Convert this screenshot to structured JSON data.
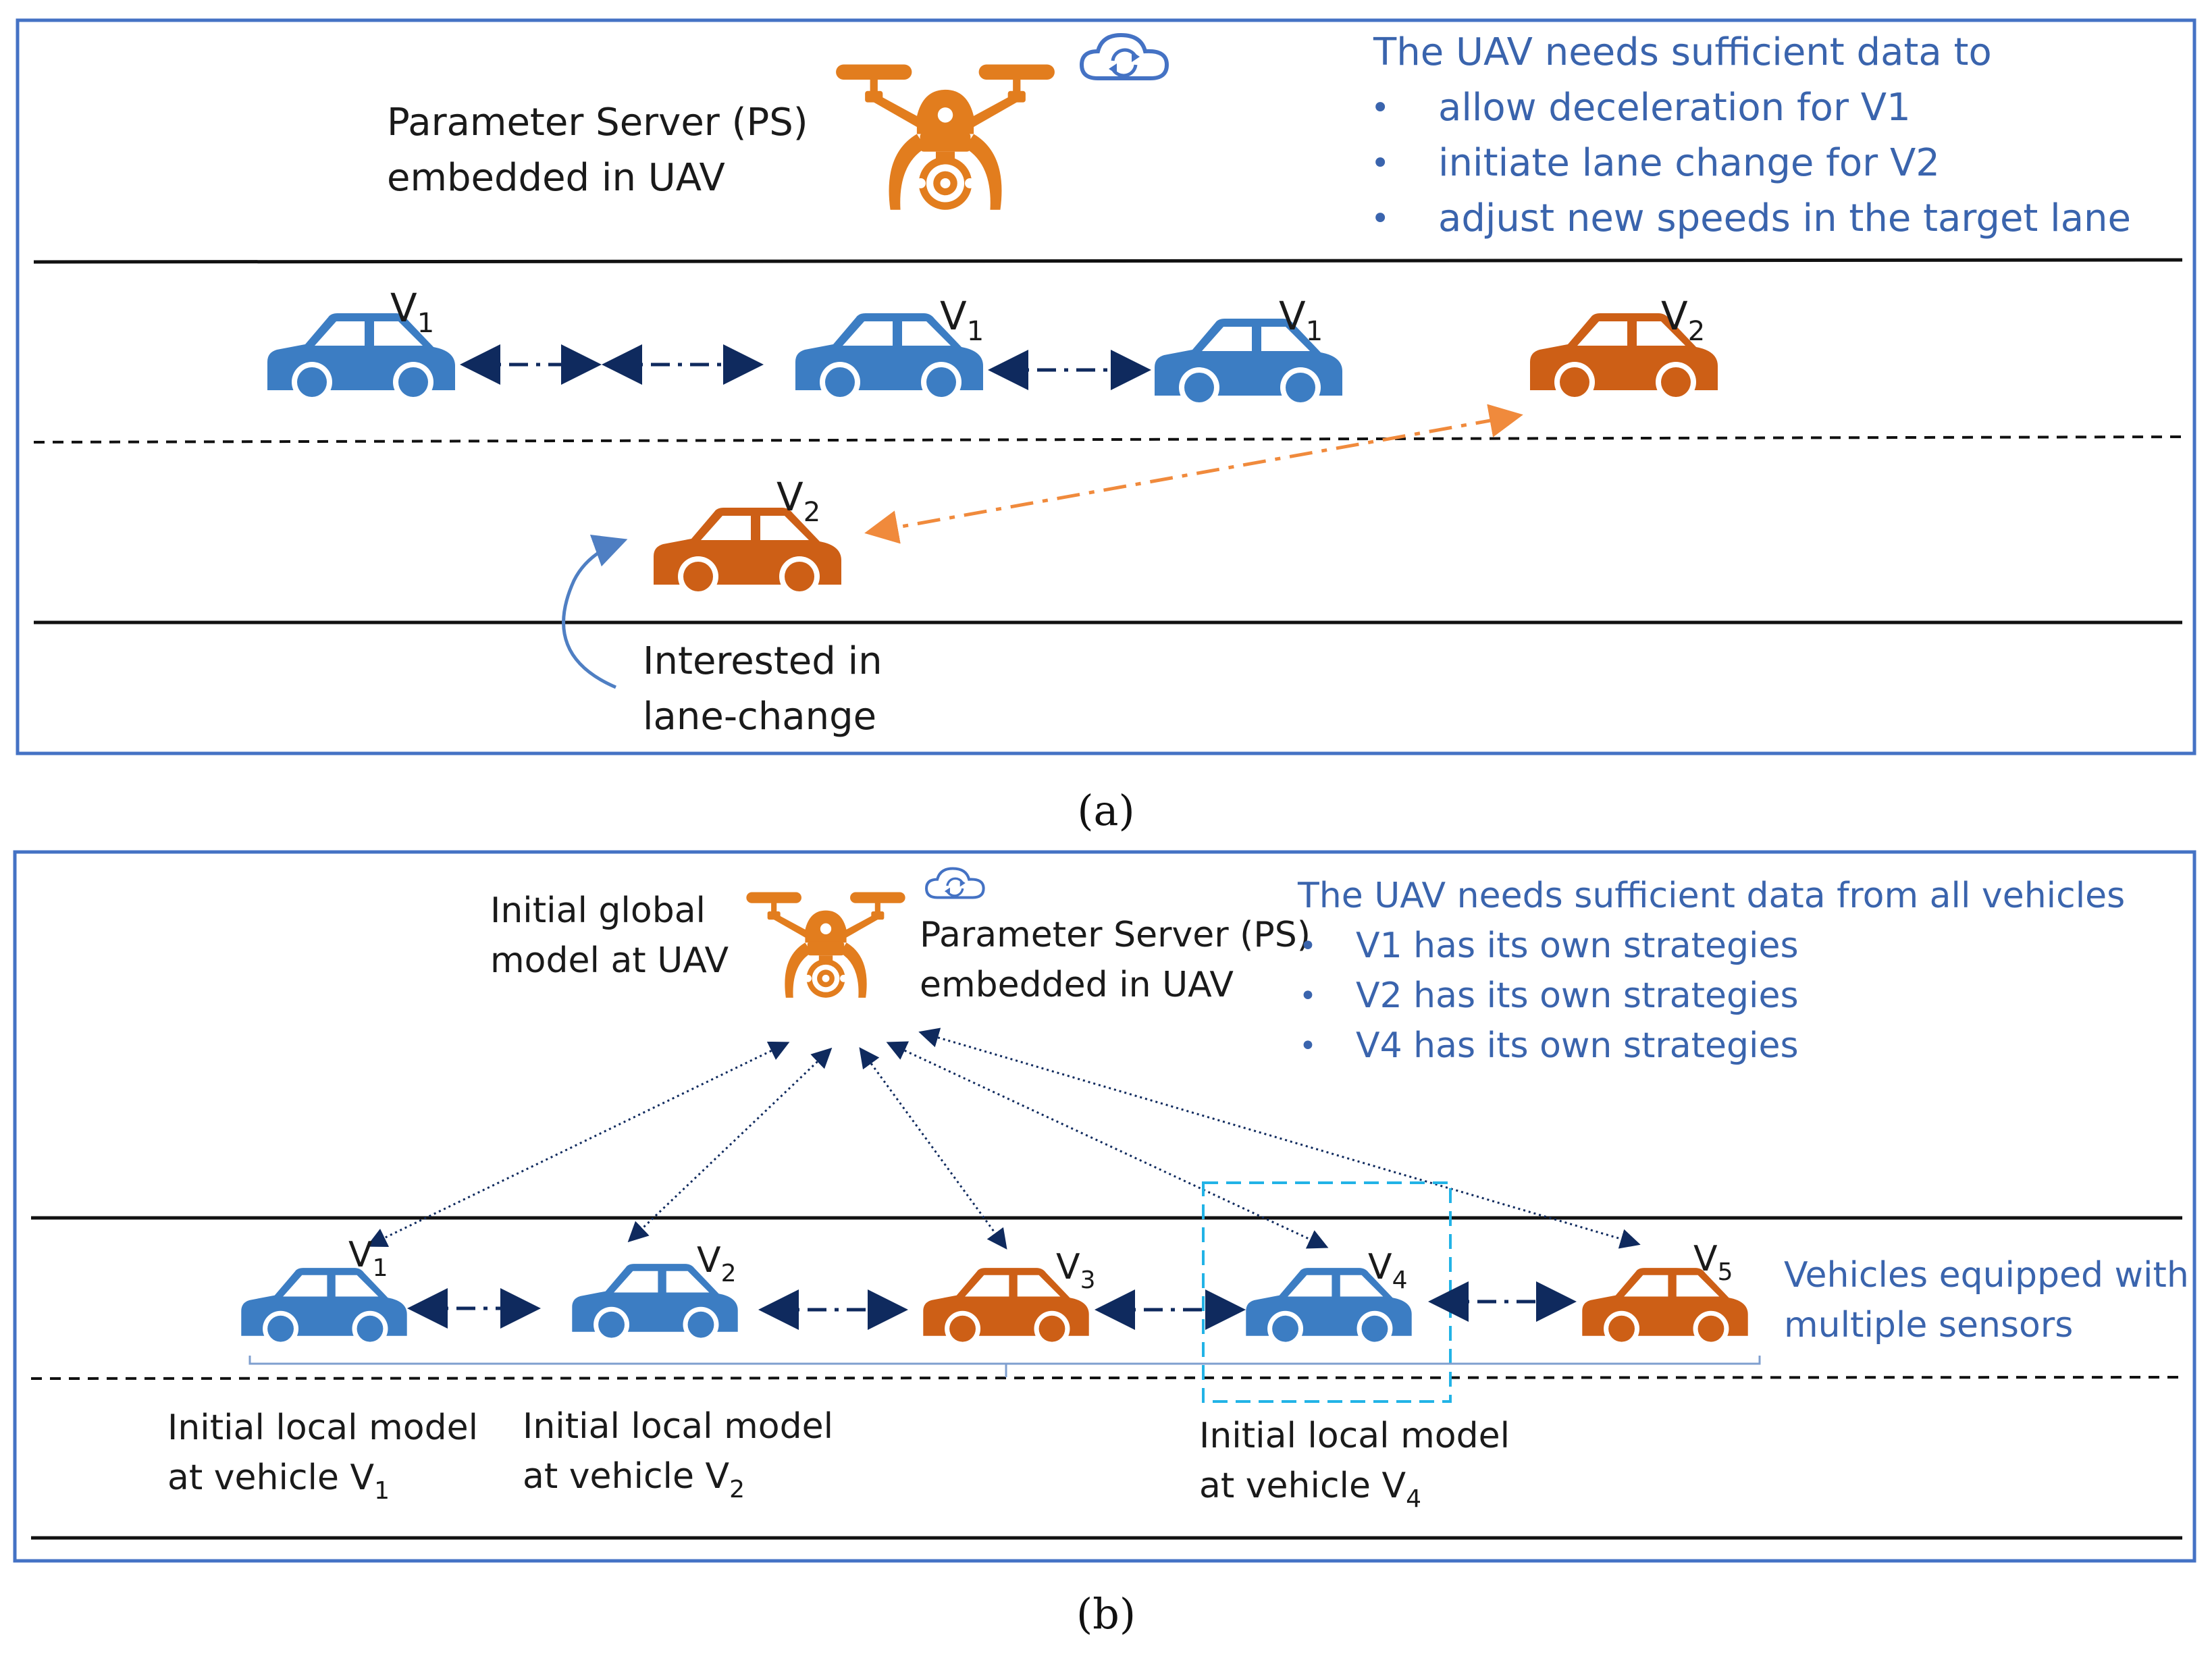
{
  "colors": {
    "frame": "#4472c4",
    "car_blue": "#3c7dc3",
    "car_orange": "#cd5f16",
    "drone": "#e27d1e",
    "cloud": "#4472c4",
    "arrow": "#0f2a5e",
    "text_blue": "#3a64ad",
    "highlight_box": "#22b3e6"
  },
  "panel_a": {
    "caption": "(a)",
    "ps_line1": "Parameter Server (PS)",
    "ps_line2": "embedded in UAV",
    "needs_title": "The UAV needs sufficient data to",
    "bullet_char": "•",
    "needs_bullets": [
      "allow deceleration for V1",
      "initiate lane change for V2",
      "adjust new speeds in the target lane"
    ],
    "vehicles": [
      {
        "name": "V",
        "sub": "1",
        "color": "blue"
      },
      {
        "name": "V",
        "sub": "1",
        "color": "blue"
      },
      {
        "name": "V",
        "sub": "1",
        "color": "blue"
      },
      {
        "name": "V",
        "sub": "2",
        "color": "orange"
      },
      {
        "name": "V",
        "sub": "2",
        "color": "orange"
      }
    ],
    "interest_line1": "Interested in",
    "interest_line2": "lane-change"
  },
  "panel_b": {
    "caption": "(b)",
    "global_line1": "Initial global",
    "global_line2": "model at UAV",
    "ps_line1": "Parameter Server (PS)",
    "ps_line2": "embedded in UAV",
    "needs_title": "The UAV needs sufficient data from all vehicles",
    "bullet_char": "•",
    "needs_bullets": [
      "V1 has its own strategies",
      "V2 has its own strategies",
      "V4 has its own strategies"
    ],
    "vehicles": [
      {
        "name": "V",
        "sub": "1",
        "color": "blue"
      },
      {
        "name": "V",
        "sub": "2",
        "color": "blue"
      },
      {
        "name": "V",
        "sub": "3",
        "color": "orange"
      },
      {
        "name": "V",
        "sub": "4",
        "color": "blue"
      },
      {
        "name": "V",
        "sub": "5",
        "color": "orange"
      }
    ],
    "sensors_line1": "Vehicles equipped with",
    "sensors_line2": "multiple sensors",
    "local_models": [
      {
        "line1": "Initial local model",
        "line2": "at vehicle V",
        "sub": "1"
      },
      {
        "line1": "Initial local model",
        "line2": "at vehicle V",
        "sub": "2"
      },
      {
        "line1": "Initial local model",
        "line2": "at vehicle V",
        "sub": "4"
      }
    ]
  }
}
